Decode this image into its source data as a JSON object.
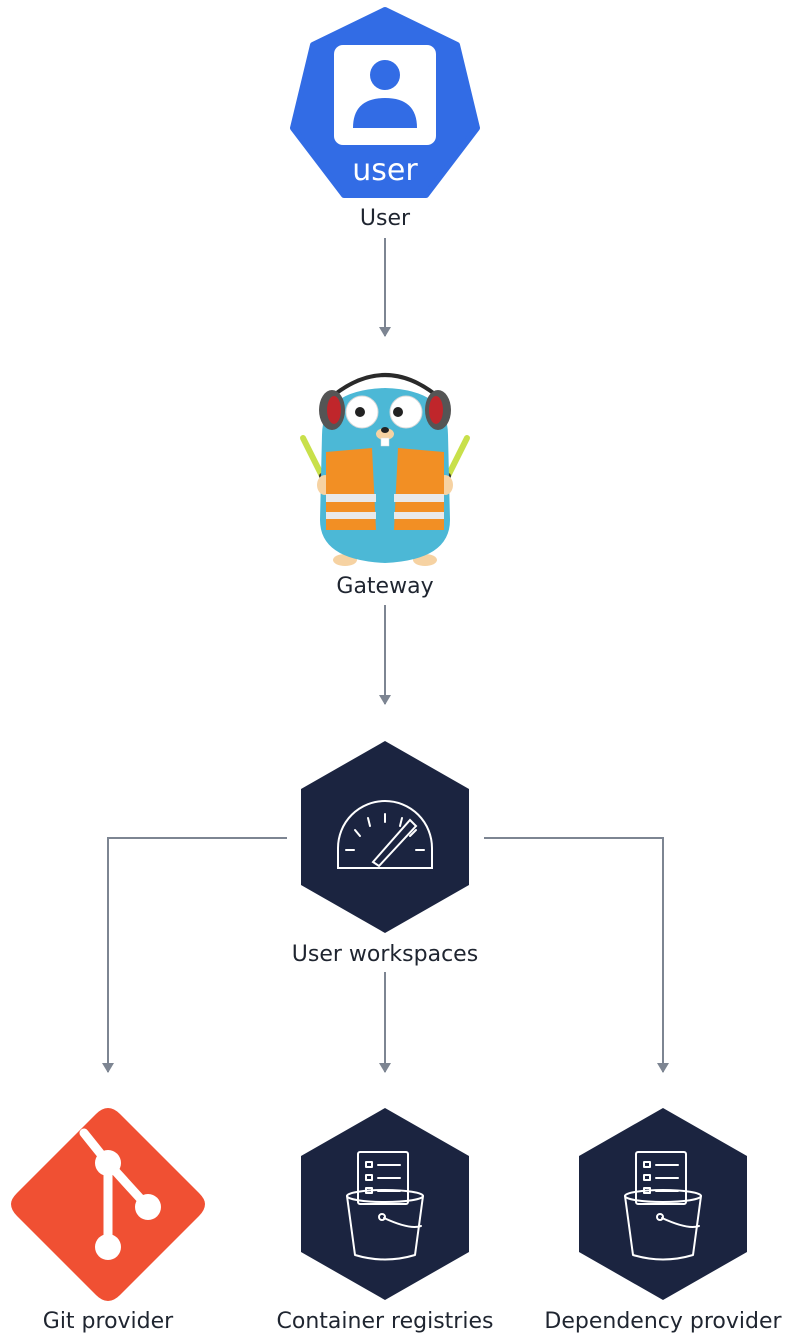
{
  "nodes": {
    "user": {
      "label": "User",
      "icon_text": "user",
      "icon": "user-icon",
      "color": "#326ce5"
    },
    "gateway": {
      "label": "Gateway",
      "icon": "gopher-gateway-icon"
    },
    "workspaces": {
      "label": "User workspaces",
      "icon": "speedometer-icon",
      "color": "#1b2440"
    },
    "git": {
      "label": "Git provider",
      "icon": "git-icon",
      "color": "#f05033"
    },
    "registries": {
      "label": "Container registries",
      "icon": "bucket-icon",
      "color": "#1b2440"
    },
    "dependency": {
      "label": "Dependency provider",
      "icon": "bucket-icon",
      "color": "#1b2440"
    }
  },
  "edges": [
    {
      "from": "User",
      "to": "Gateway"
    },
    {
      "from": "Gateway",
      "to": "User workspaces"
    },
    {
      "from": "User workspaces",
      "to": "Git provider"
    },
    {
      "from": "User workspaces",
      "to": "Container registries"
    },
    {
      "from": "User workspaces",
      "to": "Dependency provider"
    }
  ]
}
